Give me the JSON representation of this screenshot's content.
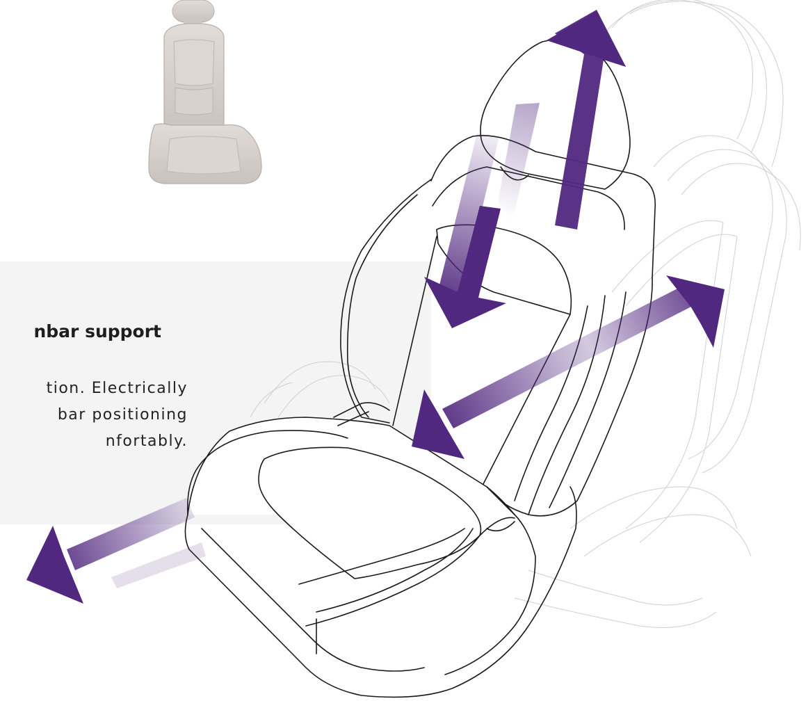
{
  "feature": {
    "title": "nbar support",
    "description_lines": [
      "tion. Electrically",
      "bar positioning",
      "nfortably."
    ]
  },
  "thumbnail": {
    "icon": "car-seat-thumbnail"
  },
  "illustration": {
    "icon": "car-seat-line-drawing"
  },
  "arrows": [
    {
      "name": "headrest-height-arrow",
      "direction": "up-down"
    },
    {
      "name": "backrest-recline-arrow",
      "direction": "diagonal"
    },
    {
      "name": "seat-slide-arrow",
      "direction": "forward-back"
    }
  ],
  "colors": {
    "arrow": "#51287f",
    "panel": "#f4f4f4",
    "seat_line": "#1a1a1a",
    "ghost_line": "#c8c8c8",
    "thumbnail_fabric": "#d6cfcb",
    "text": "#1e1e1e"
  }
}
